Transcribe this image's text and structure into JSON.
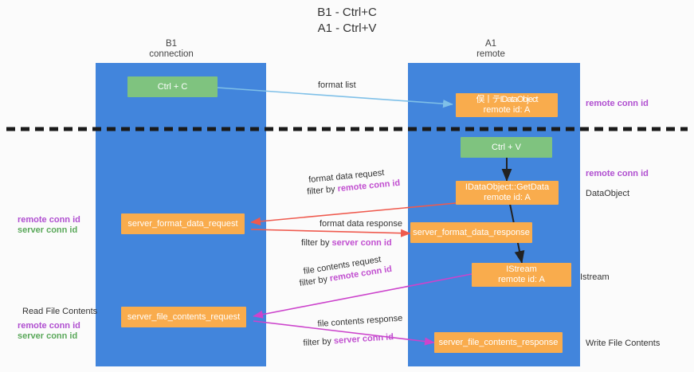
{
  "title": {
    "line1": "B1 - Ctrl+C",
    "line2": "A1 - Ctrl+V"
  },
  "lanes": [
    {
      "name": "B1",
      "sub": "connection"
    },
    {
      "name": "A1",
      "sub": "remote"
    }
  ],
  "nodes": {
    "ctrl_c": "Ctrl + C",
    "ctrl_v": "Ctrl + V",
    "idataobject_top_l1": "俣⼁テIDataObject",
    "idataobject_top_l2": "remote id: A",
    "getdata_l1": "IDataObject::GetData",
    "getdata_l2": "remote id: A",
    "istream_l1": "IStream",
    "istream_l2": "remote id: A",
    "server_format_data_request": "server_format_data_request",
    "server_format_data_response": "server_format_data_response",
    "server_file_contents_request": "server_file_contents_request",
    "server_file_contents_response": "server_file_contents_response"
  },
  "edge_labels": {
    "format_list": "format list",
    "format_data_request": "format data request",
    "format_data_request_filter_prefix": "filter by ",
    "format_data_request_filter_key": "remote conn id",
    "format_data_response": "format data response",
    "format_data_response_filter_prefix": "filter by ",
    "format_data_response_filter_key": "server conn id",
    "file_contents_request": "file contents request",
    "file_contents_request_filter_prefix": "filter by ",
    "file_contents_request_filter_key": "remote conn id",
    "file_contents_response": "file contents response",
    "file_contents_response_filter_prefix": "filter by ",
    "file_contents_response_filter_key": "server conn id"
  },
  "side_labels": {
    "right_remote_conn_id_top": "remote conn id",
    "right_remote_conn_id_mid": "remote conn id",
    "right_dataobject": "DataObject",
    "right_istream": "Istream",
    "right_write_file_contents": "Write File Contents",
    "left_remote_conn_id_1": "remote conn id",
    "left_server_conn_id_1": "server conn id",
    "left_read_file_contents": "Read File Contents",
    "left_remote_conn_id_2": "remote conn id",
    "left_server_conn_id_2": "server conn id"
  },
  "colors": {
    "lane": "#4285dc",
    "node_green": "#7fc37f",
    "node_orange": "#f9ac4d",
    "accent_purple": "#b04fd0",
    "accent_green": "#5aa85a",
    "arrow_lightblue": "#7fc0e8",
    "arrow_red": "#ef5a4e",
    "arrow_magenta": "#cc44cc",
    "arrow_black": "#222222",
    "divider": "#1a1a1a"
  }
}
